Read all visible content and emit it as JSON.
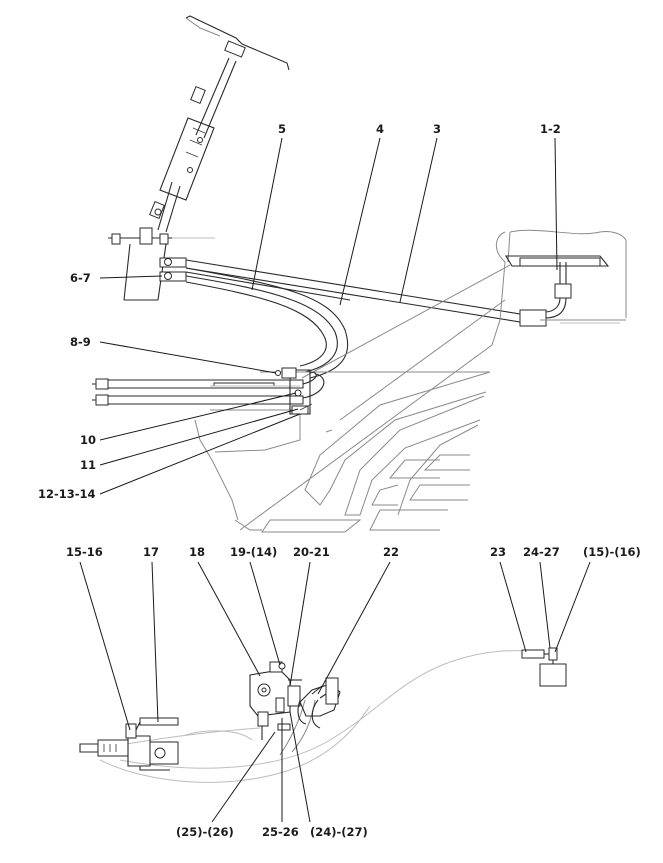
{
  "callouts": {
    "c5": "5",
    "c4": "4",
    "c3": "3",
    "c1_2": "1-2",
    "c6_7": "6-7",
    "c8_9": "8-9",
    "c10": "10",
    "c11": "11",
    "c12_13_14": "12-13-14",
    "c15_16": "15-16",
    "c17": "17",
    "c18": "18",
    "c19_14": "19-(14)",
    "c20_21": "20-21",
    "c22": "22",
    "c23": "23",
    "c24_27": "24-27",
    "c15_16b": "(15)-(16)",
    "c25_26b": "(25)-(26)",
    "c25_26": "25-26",
    "c24_27b": "(24)-(27)"
  }
}
